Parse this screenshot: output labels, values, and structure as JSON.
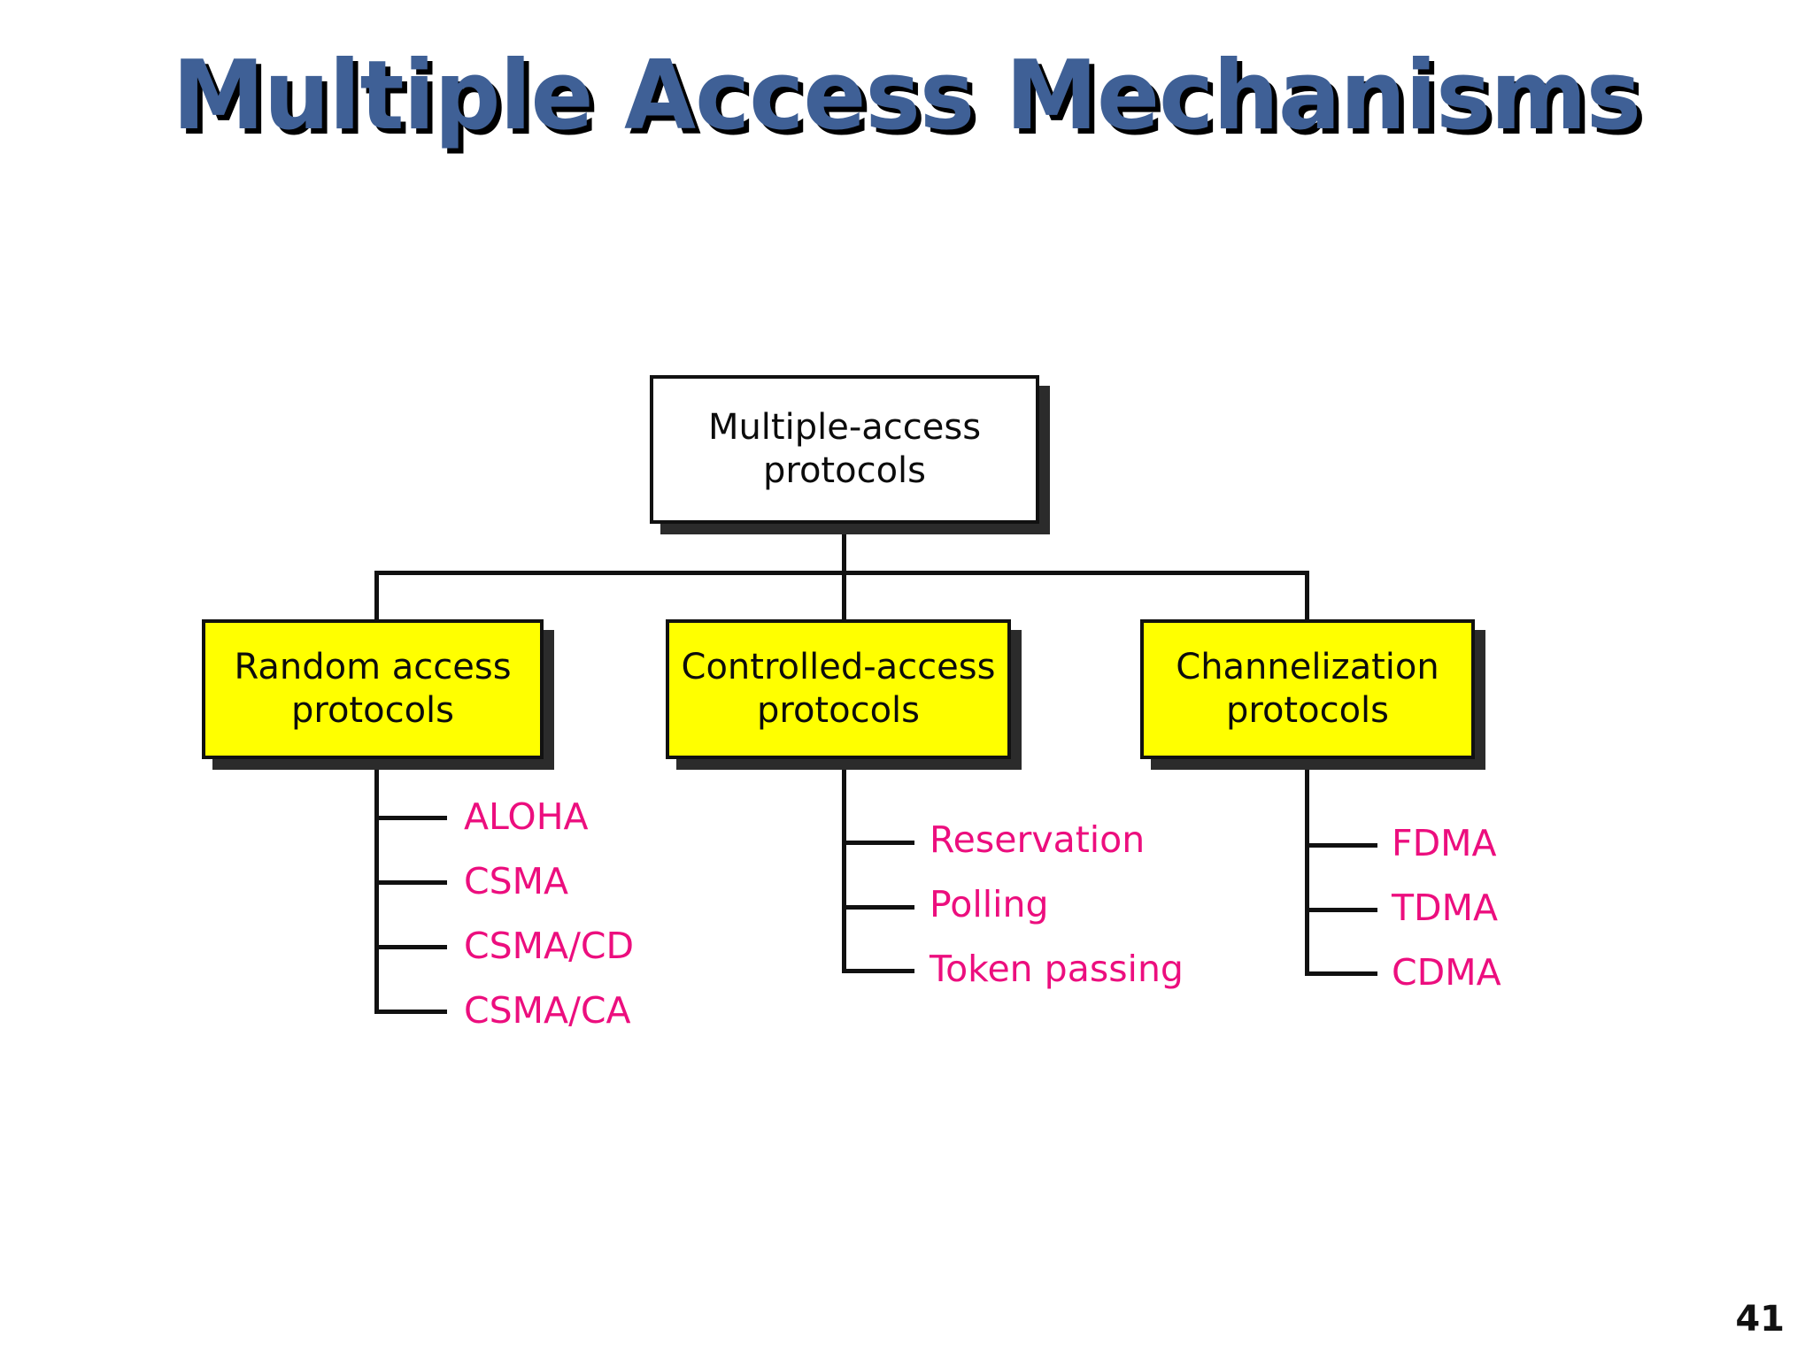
{
  "slide": {
    "title": "Multiple Access Mechanisms",
    "page_number": "41",
    "title_color": "#3F6096",
    "title_shadow_color": "#000000",
    "rule_gradient_from": "#39598C",
    "rule_gradient_to": "#FBFCFD"
  },
  "diagram": {
    "type": "tree",
    "root": {
      "label_line1": "Multiple-access",
      "label_line2": "protocols",
      "fill": "#FFFFFF",
      "border": "#111111"
    },
    "branches": [
      {
        "label_line1": "Random access",
        "label_line2": "protocols",
        "fill": "#FFFF00",
        "leaves": [
          "ALOHA",
          "CSMA",
          "CSMA/CD",
          "CSMA/CA"
        ]
      },
      {
        "label_line1": "Controlled-access",
        "label_line2": "protocols",
        "fill": "#FFFF00",
        "leaves": [
          "Reservation",
          "Polling",
          "Token passing"
        ]
      },
      {
        "label_line1": "Channelization",
        "label_line2": "protocols",
        "fill": "#FFFF00",
        "leaves": [
          "FDMA",
          "TDMA",
          "CDMA"
        ]
      }
    ],
    "leaf_color": "#EC0E7E"
  }
}
